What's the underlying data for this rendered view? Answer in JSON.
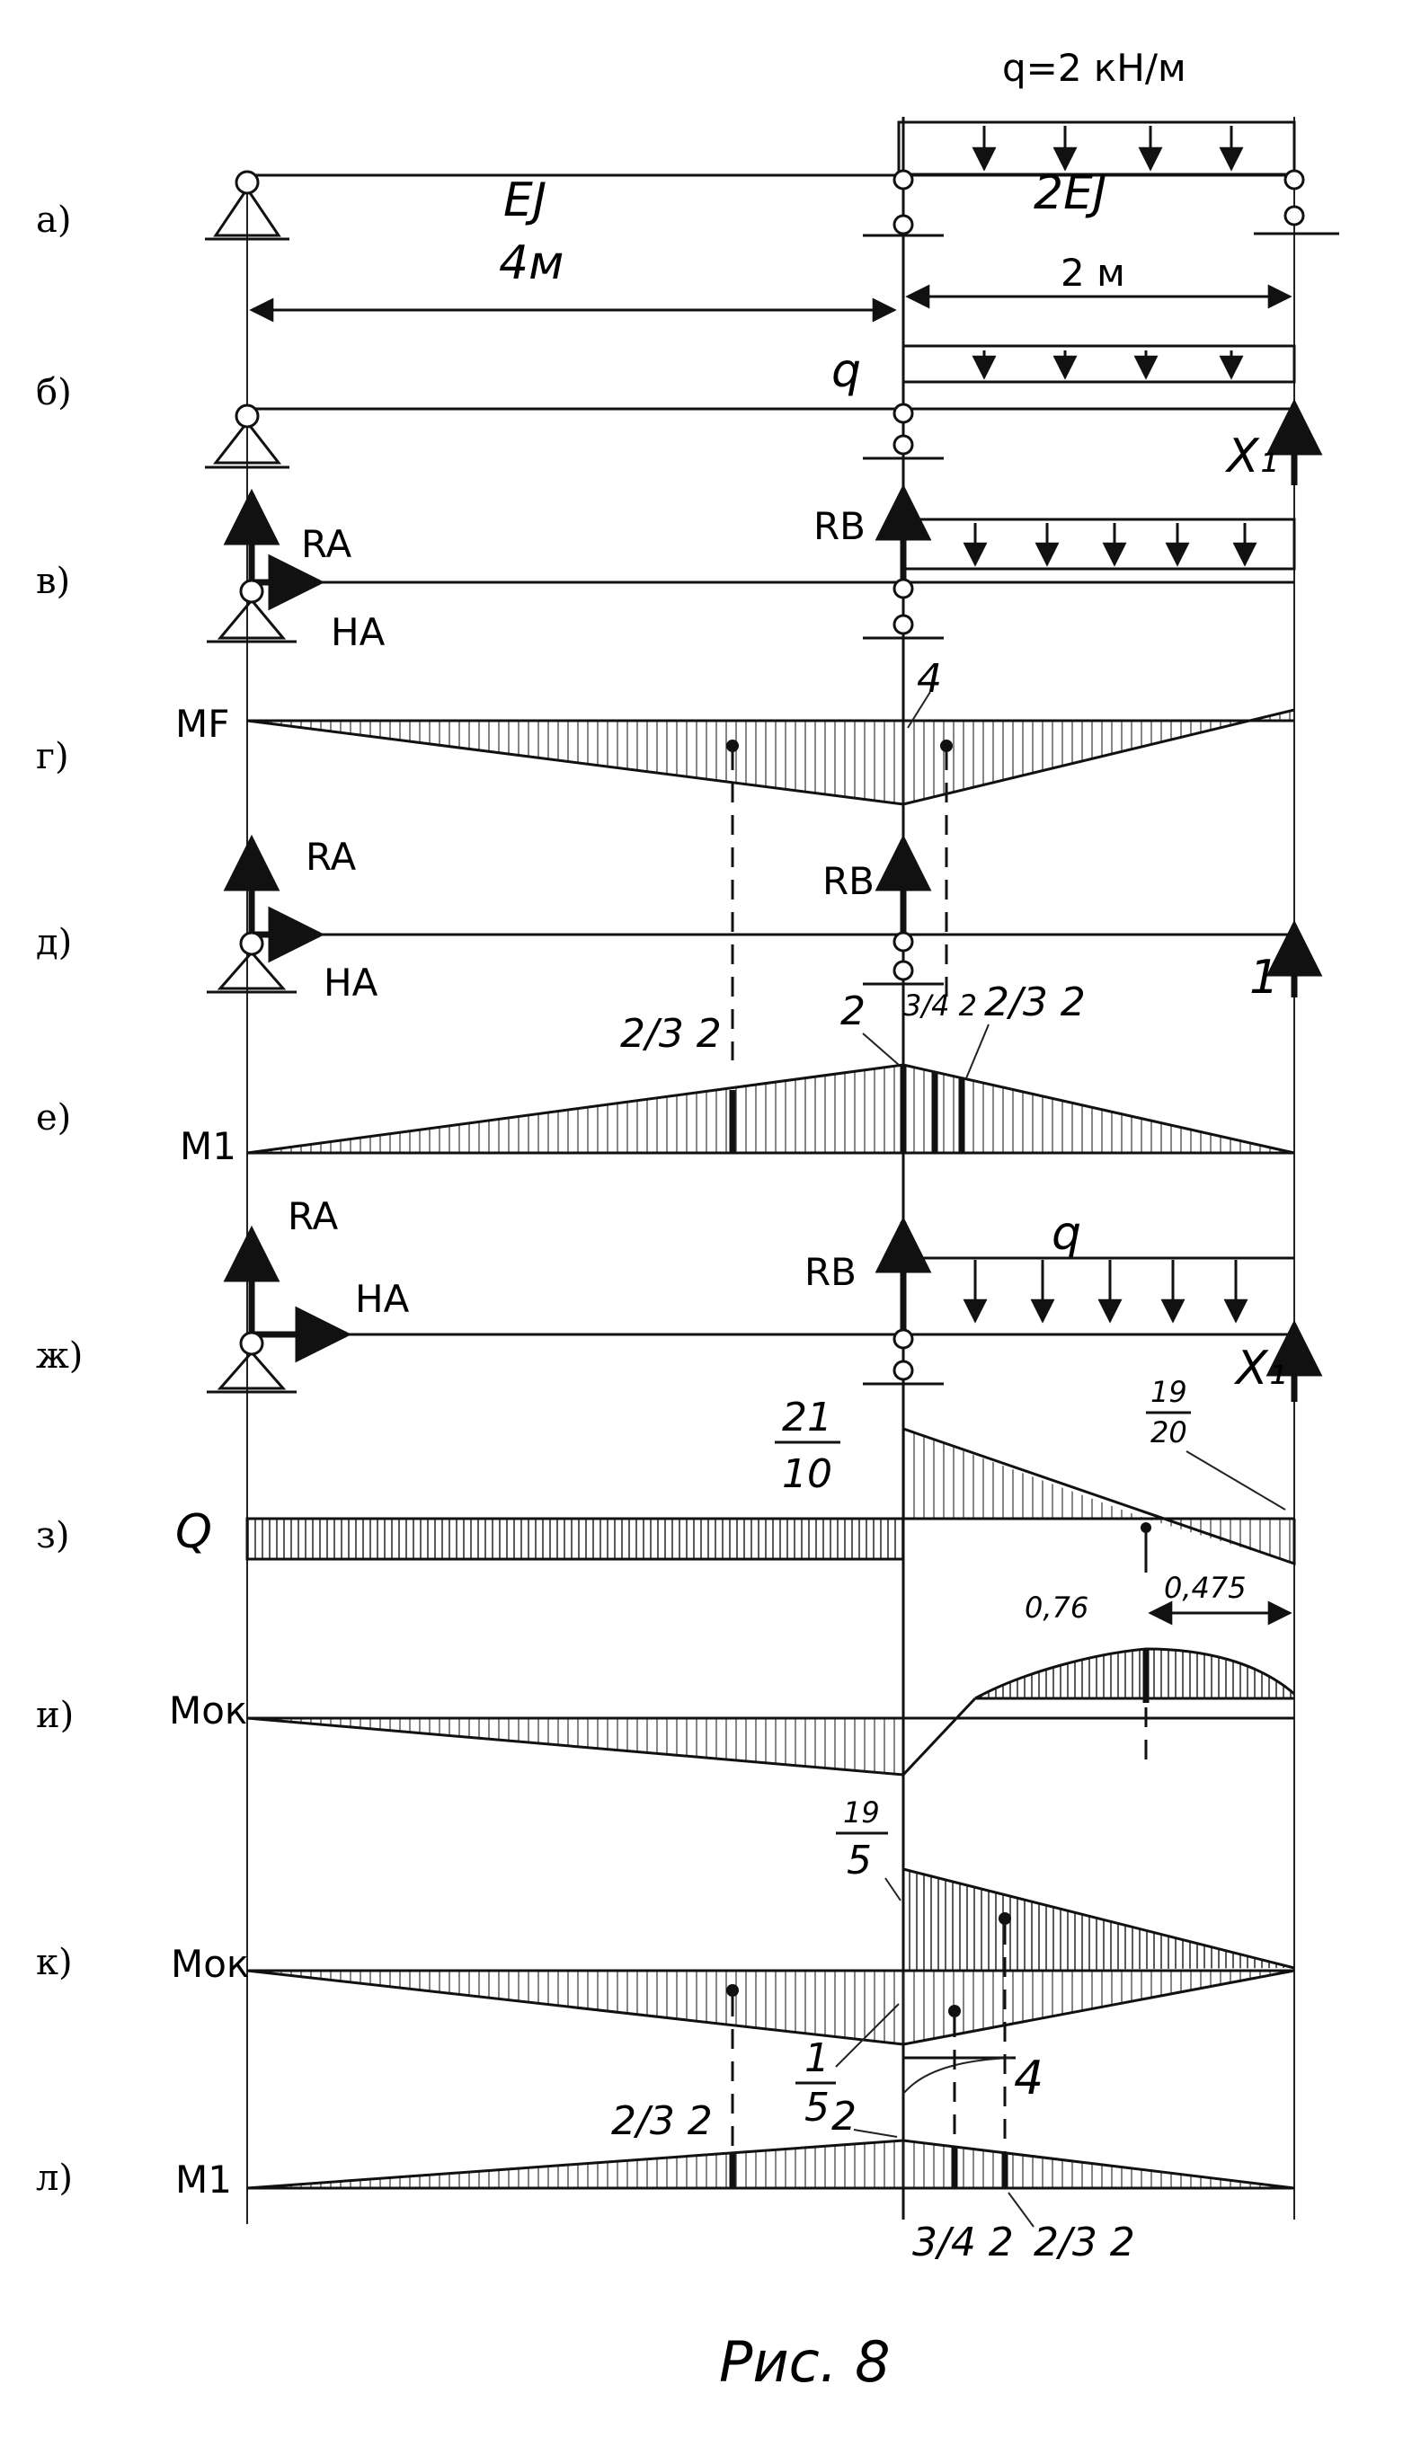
{
  "row_labels": [
    "а)",
    "б)",
    "в)",
    "г)",
    "д)",
    "е)",
    "ж)",
    "з)",
    "и)",
    "к)",
    "л)"
  ],
  "load": {
    "q_label": "q=2 кН/м",
    "q_short": "q"
  },
  "stiffness": {
    "span1": "EJ",
    "span2": "2EJ"
  },
  "dimensions": {
    "span1": "4м",
    "span2": "2 м"
  },
  "forces": {
    "RA": "RA",
    "HA": "HA",
    "RB": "RB",
    "X1_b": "X₁",
    "X1_zh": "X₁",
    "unit": "1"
  },
  "diagram_names": {
    "MF": "MF",
    "M1_e": "M1",
    "Q": "Q",
    "Mok_i": "Mок",
    "Mok_k": "Mок",
    "M1_l": "M1"
  },
  "values": {
    "g_4": "4",
    "e_two_thirds_left": "2/3 2",
    "e_2": "2",
    "e_three_quarters": "3/4 2",
    "e_two_thirds_right": "2/3 2",
    "q_21_10": "21/10",
    "q_19_20": "19/20",
    "i_076": "0,76",
    "i_0475": "0,475",
    "k_19_5": "19/5",
    "k_1_5": "1/5",
    "k_4": "4",
    "l_two_thirds_left": "2/3 2",
    "l_2": "2",
    "l_three_quarters": "3/4 2",
    "l_two_thirds_right": "2/3 2"
  },
  "caption": "Рис. 8"
}
